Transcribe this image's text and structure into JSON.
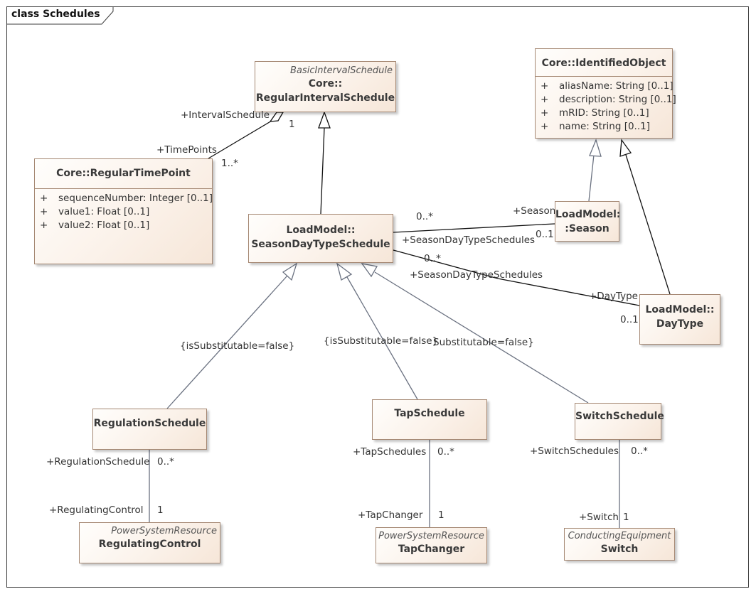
{
  "frame": {
    "title": "class Schedules"
  },
  "classes": {
    "regular_interval_schedule": {
      "stereotype": "BasicIntervalSchedule",
      "name_line1": "Core::",
      "name_line2": "RegularIntervalSchedule"
    },
    "identified_object": {
      "name": "Core::IdentifiedObject",
      "attributes": [
        {
          "vis": "+",
          "text": "aliasName: String [0..1]"
        },
        {
          "vis": "+",
          "text": "description: String [0..1]"
        },
        {
          "vis": "+",
          "text": "mRID: String [0..1]"
        },
        {
          "vis": "+",
          "text": "name: String [0..1]"
        }
      ]
    },
    "regular_time_point": {
      "name": "Core::RegularTimePoint",
      "attributes": [
        {
          "vis": "+",
          "text": "sequenceNumber: Integer [0..1]"
        },
        {
          "vis": "+",
          "text": "value1: Float [0..1]"
        },
        {
          "vis": "+",
          "text": "value2: Float [0..1]"
        }
      ]
    },
    "season_day_type_schedule": {
      "name_line1": "LoadModel::",
      "name_line2": "SeasonDayTypeSchedule"
    },
    "season": {
      "name_line1": "LoadModel:",
      "name_line2": ":Season"
    },
    "day_type": {
      "name_line1": "LoadModel::",
      "name_line2": "DayType"
    },
    "regulation_schedule": {
      "name": "RegulationSchedule"
    },
    "tap_schedule": {
      "name": "TapSchedule"
    },
    "switch_schedule": {
      "name": "SwitchSchedule"
    },
    "regulating_control": {
      "stereotype": "PowerSystemResource",
      "name": "RegulatingControl"
    },
    "tap_changer": {
      "stereotype": "PowerSystemResource",
      "name": "TapChanger"
    },
    "switch": {
      "stereotype": "ConductingEquipment",
      "name": "Switch"
    }
  },
  "labels": {
    "interval_schedule_role": "+IntervalSchedule",
    "interval_schedule_mult": "1",
    "time_points_role": "+TimePoints",
    "time_points_mult": "1..*",
    "season_sdts_mult": "0..*",
    "season_role": "+Season",
    "season_sdts_role": "+SeasonDayTypeSchedules",
    "season_mult": "0..1",
    "daytype_sdts_mult": "0..*",
    "daytype_sdts_role": "+SeasonDayTypeSchedules",
    "daytype_role": "+DayType",
    "daytype_mult": "0..1",
    "constraint_regulation": "{isSubstitutable=false}",
    "constraint_tap": "{isSubstitutable=false}",
    "constraint_switch": "Substitutable=false}",
    "regulation_schedule_role": "+RegulationSchedule",
    "regulation_schedule_mult": "0..*",
    "regulating_control_role": "+RegulatingControl",
    "regulating_control_mult": "1",
    "tap_schedules_role": "+TapSchedules",
    "tap_schedules_mult": "0..*",
    "tap_changer_role": "+TapChanger",
    "tap_changer_mult": "1",
    "switch_schedules_role": "+SwitchSchedules",
    "switch_schedules_mult": "0..*",
    "switch_role": "+Switch",
    "switch_mult": "1"
  }
}
